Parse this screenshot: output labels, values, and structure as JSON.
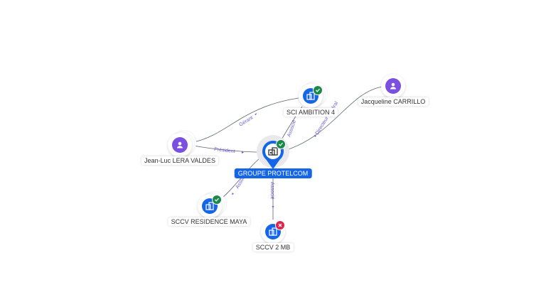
{
  "colors": {
    "person": "#7b4fe0",
    "company": "#1565e8",
    "active_badge": "#1a8a48",
    "inactive_badge": "#e0234a",
    "edge": "#5c6470",
    "edge_label": "#6a5ad6"
  },
  "main_node": {
    "label": "GROUPE PROTELCOM",
    "icon": "building-icon",
    "status": "active"
  },
  "nodes": [
    {
      "id": "sci-ambition-4",
      "label": "SCI AMBITION 4",
      "type": "company",
      "icon": "building-icon",
      "status": "active"
    },
    {
      "id": "jacqueline-carrillo",
      "label": "Jacqueline CARRILLO",
      "type": "person",
      "icon": "person-icon"
    },
    {
      "id": "jean-luc-lera-valdes",
      "label": "Jean-Luc LERA VALDES",
      "type": "person",
      "icon": "person-icon"
    },
    {
      "id": "sccv-residence-maya",
      "label": "SCCV RESIDENCE MAYA",
      "type": "company",
      "icon": "building-icon",
      "status": "active"
    },
    {
      "id": "sccv-2-mb",
      "label": "SCCV 2 MB",
      "type": "company",
      "icon": "building-icon",
      "status": "inactive"
    }
  ],
  "edges": [
    {
      "from": "jean-luc-lera-valdes",
      "to": "sci-ambition-4",
      "label": "Gérant"
    },
    {
      "from": "jean-luc-lera-valdes",
      "to": "groupe-protelcom",
      "label": "Président"
    },
    {
      "from": "groupe-protelcom",
      "to": "sci-ambition-4",
      "label": "Associé"
    },
    {
      "from": "jacqueline-carrillo",
      "to": "groupe-protelcom",
      "label": "Directeur général"
    },
    {
      "from": "groupe-protelcom",
      "to": "sccv-residence-maya",
      "label": "Associé"
    },
    {
      "from": "groupe-protelcom",
      "to": "sccv-2-mb",
      "label": "Associé"
    }
  ]
}
